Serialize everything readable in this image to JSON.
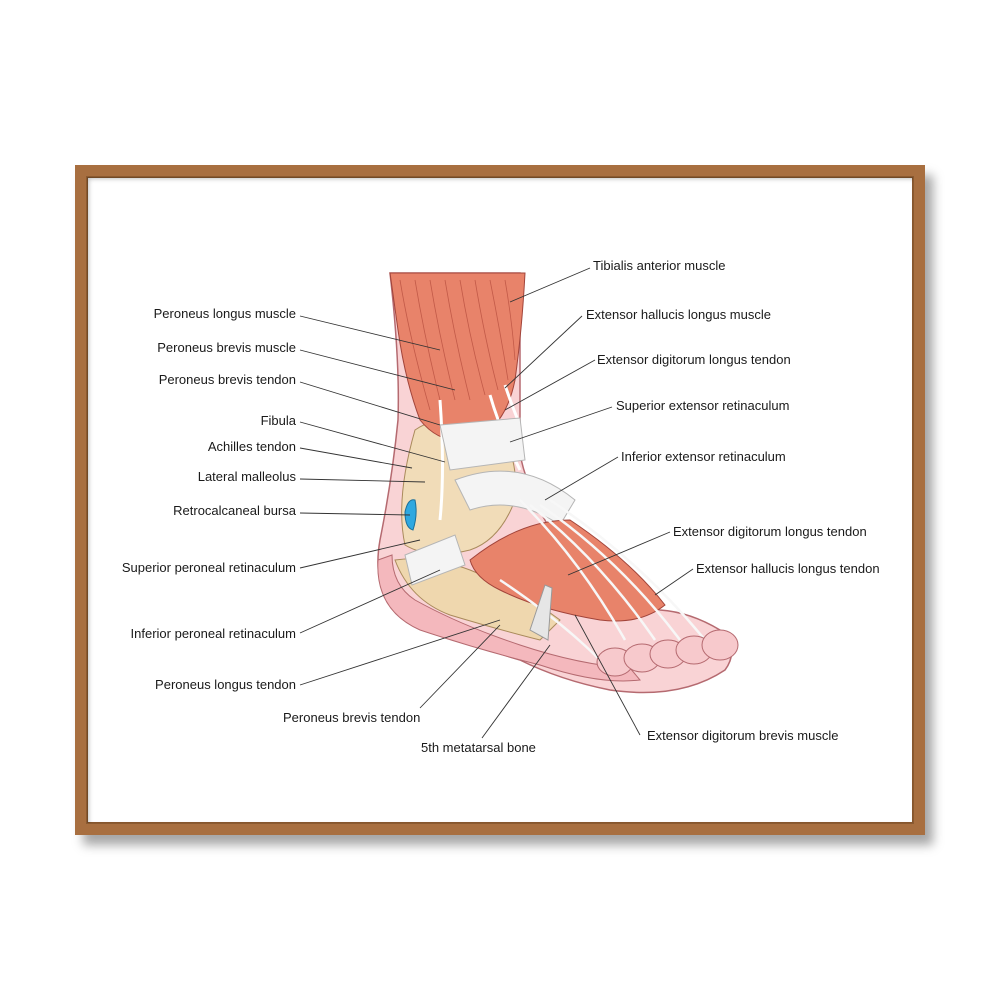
{
  "labels_left": [
    "Peroneus longus muscle",
    "Peroneus brevis muscle",
    "Peroneus brevis tendon",
    "Fibula",
    "Achilles tendon",
    "Lateral malleolus",
    "Retrocalcaneal bursa",
    "Superior peroneal retinaculum",
    "Inferior peroneal retinaculum",
    "Peroneus longus tendon"
  ],
  "labels_right": [
    "Tibialis anterior muscle",
    "Extensor hallucis longus muscle",
    "Extensor digitorum longus tendon",
    "Superior extensor retinaculum",
    "Inferior extensor retinaculum",
    "Extensor digitorum longus tendon",
    "Extensor hallucis longus tendon",
    "Extensor digitorum brevis muscle"
  ],
  "labels_bottom": [
    "Peroneus brevis tendon",
    "5th metatarsal bone"
  ],
  "colors": {
    "frame": "#a86f40",
    "muscle": "#e8836a",
    "tendon": "#f4f4f4",
    "bone": "#f1dcb8",
    "skin": "#f7c9cc",
    "bursa": "#2fa8e0"
  }
}
